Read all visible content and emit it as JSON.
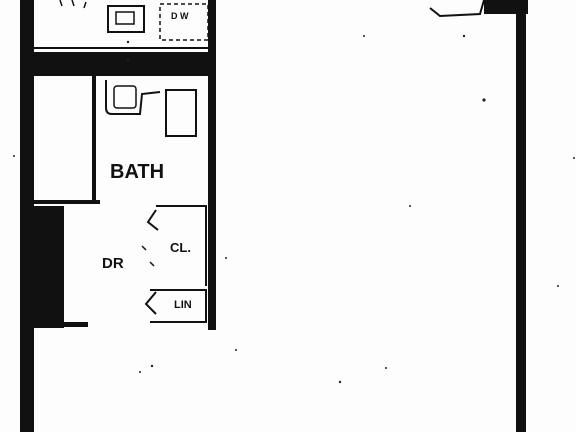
{
  "kitchen": {
    "dishwasher_label": "D W"
  },
  "bath": {
    "label": "BATH"
  },
  "dressing_room": {
    "label": "DR"
  },
  "closet": {
    "label": "CL."
  },
  "linen_closet": {
    "label": "LIN"
  },
  "colors": {
    "ink": "#111111",
    "paper": "#fdfdfd"
  }
}
